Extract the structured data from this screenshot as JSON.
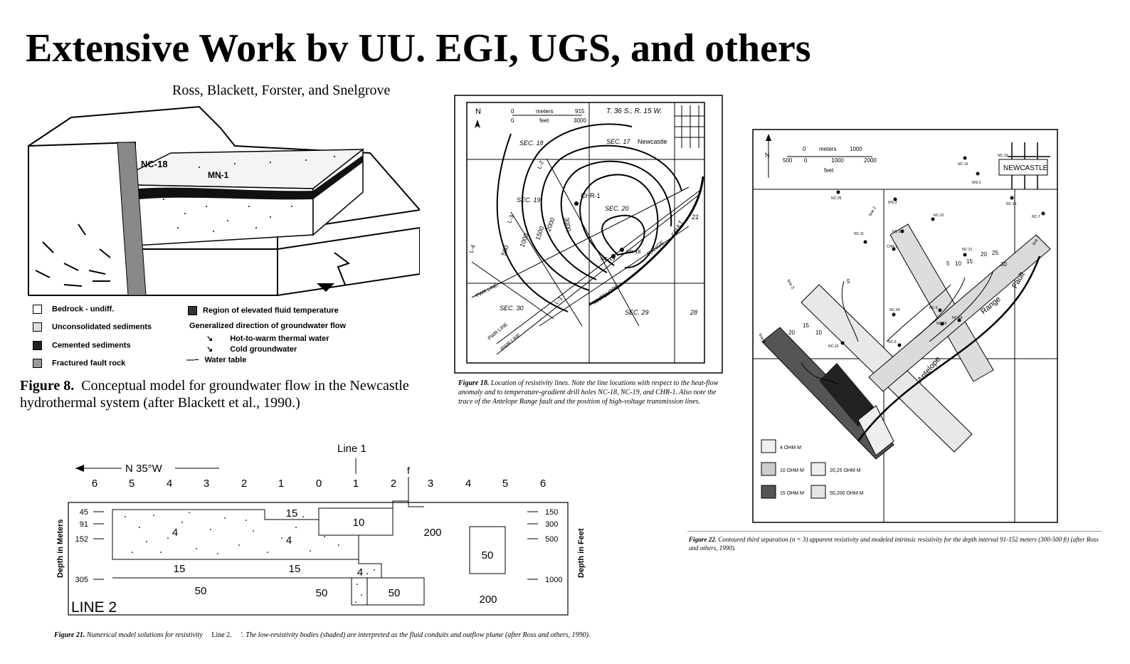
{
  "slide": {
    "title": "Extensive Work bv UU. EGI, UGS, and others"
  },
  "fig8": {
    "authors": "Ross, Blackett, Forster, and Snelgrove",
    "labels": {
      "nc18": "NC-18",
      "mn1": "MN-1"
    },
    "legend": [
      {
        "id": "bedrock",
        "label": "Bedrock - undiff."
      },
      {
        "id": "unconsolidated",
        "label": "Unconsolidated sediments"
      },
      {
        "id": "cemented",
        "label": "Cemented sediments"
      },
      {
        "id": "fault",
        "label": "Fractured fault rock"
      },
      {
        "id": "elevated",
        "label": "Region of elevated fluid temperature"
      },
      {
        "id": "flow_heading",
        "label": "Generalized direction of groundwater flow"
      },
      {
        "id": "thermal",
        "label": "Hot-to-warm thermal water"
      },
      {
        "id": "cold",
        "label": "Cold groundwater"
      },
      {
        "id": "table",
        "label": "Water table"
      }
    ],
    "caption_bold": "Figure 8.",
    "caption": "Conceptual model for groundwater flow in the Newcastle hydrothermal system (after Blackett et al., 1990.)"
  },
  "fig18": {
    "north": "N",
    "scale": {
      "meters": "meters",
      "m0": "0",
      "m1": "915",
      "feet": "feet",
      "f0": "0",
      "f1": "3000"
    },
    "township": "T. 36 S., R. 15 W.",
    "newcastle": "Newcastle",
    "sections": [
      "SEC. 18",
      "SEC. 17",
      "SEC. 19",
      "SEC. 20",
      "21",
      "SEC. 30",
      "SEC. 29",
      "28"
    ],
    "contours": [
      "500",
      "1000",
      "1500",
      "2000",
      "3000"
    ],
    "wells": [
      "CHR-1",
      "NC-18",
      "NC-19"
    ],
    "lines": [
      "L-2",
      "L-3",
      "L-4",
      "L-1"
    ],
    "faults": [
      "RANGE",
      "FAULT",
      "ANTELOPE"
    ],
    "pwr": [
      "PWR LINE",
      "PWR LINE",
      "PWR LINE"
    ],
    "caption_bold": "Figure 18.",
    "caption": "Location of resistivity lines. Note the line locations with respect to the heat-flow anomaly and to temperature-gradient drill holes NC-18, NC-19, and CHR-1. Also note the trace of the Antelope Range fault and the position of high-voltage transmission lines."
  },
  "fig22": {
    "north": "N",
    "scale": {
      "meters": "meters",
      "m0": "0",
      "m1": "1000",
      "f500": "500",
      "f0": "0",
      "f1000": "1000",
      "f2000": "2000",
      "feet": "feet"
    },
    "newcastle": "NEWCASTLE",
    "wells": [
      "NC-13",
      "NC-16",
      "WS-2",
      "NC-15",
      "NC-25",
      "WS-3",
      "NC-22",
      "NC-7",
      "NC-11",
      "NC-10",
      "CHR-1",
      "NC-21",
      "NC-24",
      "NC-9",
      "NC-19",
      "NC-18",
      "NC-6",
      "NC-23"
    ],
    "lines": [
      "line 1",
      "line 2",
      "line 3",
      "line 4"
    ],
    "contours": [
      "5",
      "10",
      "15",
      "20",
      "25",
      "30",
      "5",
      "10",
      "15",
      "20"
    ],
    "fault": [
      "Range",
      "Fault",
      "Antelope"
    ],
    "legend": [
      {
        "id": "r4",
        "label": "4 OHM M"
      },
      {
        "id": "r10",
        "label": "10 OHM M"
      },
      {
        "id": "r20",
        "label": "20,25 OHM M"
      },
      {
        "id": "r15",
        "label": "15 OHM M"
      },
      {
        "id": "r50",
        "label": "50,200 OHM M"
      }
    ],
    "caption_bold": "Figure 22.",
    "caption": "Contoured third separation (n = 3) apparent resistivity and modeled intrinsic resistivity for the depth interval 91-152 meters (300-500 ft) (after Ross and others, 1990)."
  },
  "fig21": {
    "line1": "Line 1",
    "f": "f",
    "direction": "N 35°W",
    "ticks": [
      "6",
      "5",
      "4",
      "3",
      "2",
      "1",
      "0",
      "1",
      "2",
      "3",
      "4",
      "5",
      "6"
    ],
    "left_axis_label": "Depth in Meters",
    "right_axis_label": "Depth in Feet",
    "left_depths": [
      "45",
      "91",
      "152",
      "305"
    ],
    "right_depths": [
      "150",
      "300",
      "500",
      "1000"
    ],
    "values": [
      "15",
      "10",
      "4",
      "4",
      "200",
      "50",
      "15",
      "15",
      "4",
      "50",
      "50",
      "50",
      "200"
    ],
    "line_label": "LINE  2",
    "caption_bold": "Figure 21.",
    "caption_a": "Numerical model solutions for resistivity",
    "caption_line": "Line 2.",
    "caption_b": "'. The low-resistivity bodies (shaded) are interpreted as the fluid conduits and outflow plume (after Ross and others, 1990)."
  }
}
